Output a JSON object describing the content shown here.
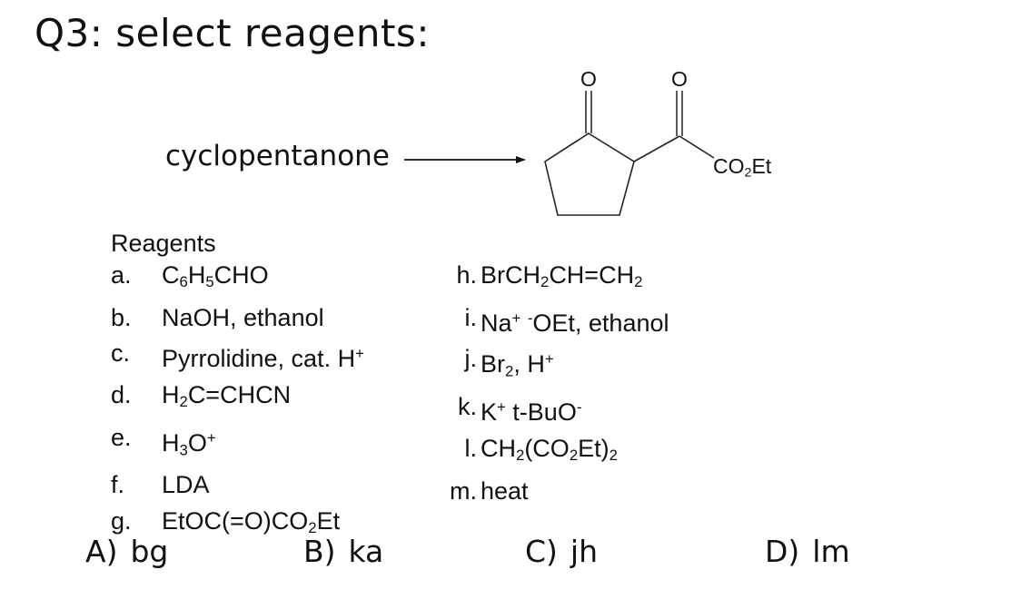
{
  "question": {
    "title": "Q3:  select reagents:",
    "starting_material": "cyclopentanone",
    "product_labels": {
      "oxygen1": "O",
      "oxygen2": "O",
      "ester": "CO2Et"
    }
  },
  "reagents": {
    "heading": "Reagents",
    "left": [
      {
        "label": "a.",
        "text": "C6H5CHO"
      },
      {
        "label": "b.",
        "text": "NaOH, ethanol"
      },
      {
        "label": "c.",
        "text": "Pyrrolidine, cat. H+"
      },
      {
        "label": "d.",
        "text": "H2C=CHCN"
      },
      {
        "label": "e.",
        "text": "H3O+"
      },
      {
        "label": "f.",
        "text": "LDA"
      },
      {
        "label": "g.",
        "text": "EtOC(=O)CO2Et"
      }
    ],
    "right": [
      {
        "label": "h.",
        "text": "BrCH2CH=CH2"
      },
      {
        "label": "i.",
        "text": "Na+ -OEt, ethanol"
      },
      {
        "label": "j.",
        "text": "Br2, H+"
      },
      {
        "label": "k.",
        "text": "K+ t-BuO-"
      },
      {
        "label": "l.",
        "text": "CH2(CO2Et)2"
      },
      {
        "label": "m.",
        "text": "heat"
      }
    ]
  },
  "choices": [
    {
      "label": "A)",
      "value": "bg"
    },
    {
      "label": "B)",
      "value": "ka"
    },
    {
      "label": "C)",
      "value": "jh"
    },
    {
      "label": "D)",
      "value": "lm"
    }
  ]
}
